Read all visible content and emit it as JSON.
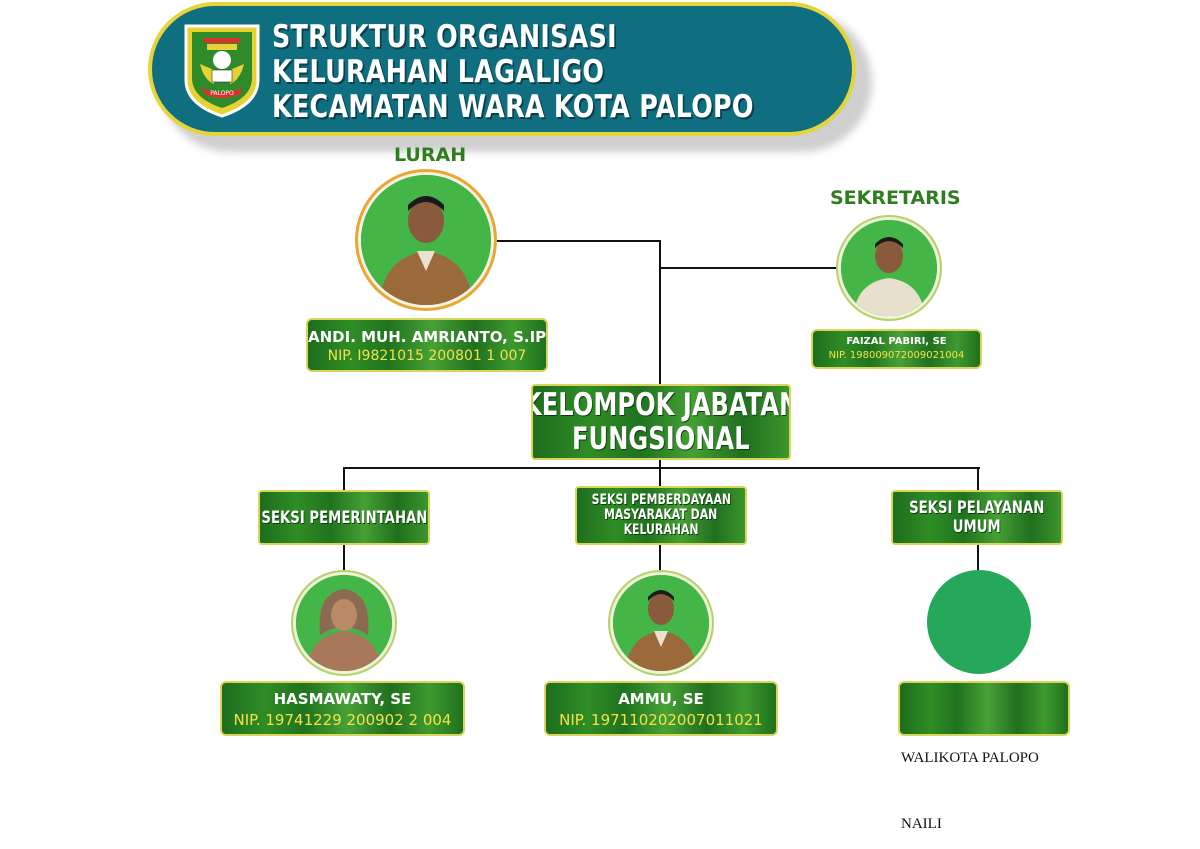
{
  "header": {
    "title_lines": [
      "STRUKTUR ORGANISASI",
      "KELURAHAN LAGALIGO",
      "KECAMATAN WARA KOTA PALOPO"
    ],
    "logo_text": "PALOPO"
  },
  "lurah": {
    "caption": "LURAH",
    "name": "ANDI. MUH. AMRIANTO, S.IP",
    "nip": "NIP. I9821015 200801 1 007"
  },
  "sekretaris": {
    "caption": "SEKRETARIS",
    "name": "FAIZAL PABIRI, SE",
    "nip": "NIP. 198009072009021004"
  },
  "kelompok": {
    "label_lines": [
      "KELOMPOK JABATAN",
      "FUNGSIONAL"
    ]
  },
  "sections": [
    {
      "label_lines": [
        "SEKSI PEMERINTAHAN"
      ],
      "name": "HASMAWATY, SE",
      "nip": "NIP. 19741229 200902 2 004"
    },
    {
      "label_lines": [
        "SEKSI PEMBERDAYAAN",
        "MASYARAKAT DAN",
        "KELURAHAN"
      ],
      "name": "AMMU, SE",
      "nip": "NIP. 197110202007011021"
    },
    {
      "label_lines": [
        "SEKSI PELAYANAN",
        "UMUM"
      ],
      "name": "",
      "nip": ""
    }
  ],
  "footer": {
    "line1": "WALIKOTA PALOPO",
    "line2": "NAILI"
  },
  "colors": {
    "banner": "#0f6f80",
    "banner_border": "#e5d43a",
    "caption_green": "#2e7d1e",
    "plate_green": "#2f8d25",
    "nip_yellow": "#f2e24a",
    "empty_photo": "#26a85a"
  }
}
